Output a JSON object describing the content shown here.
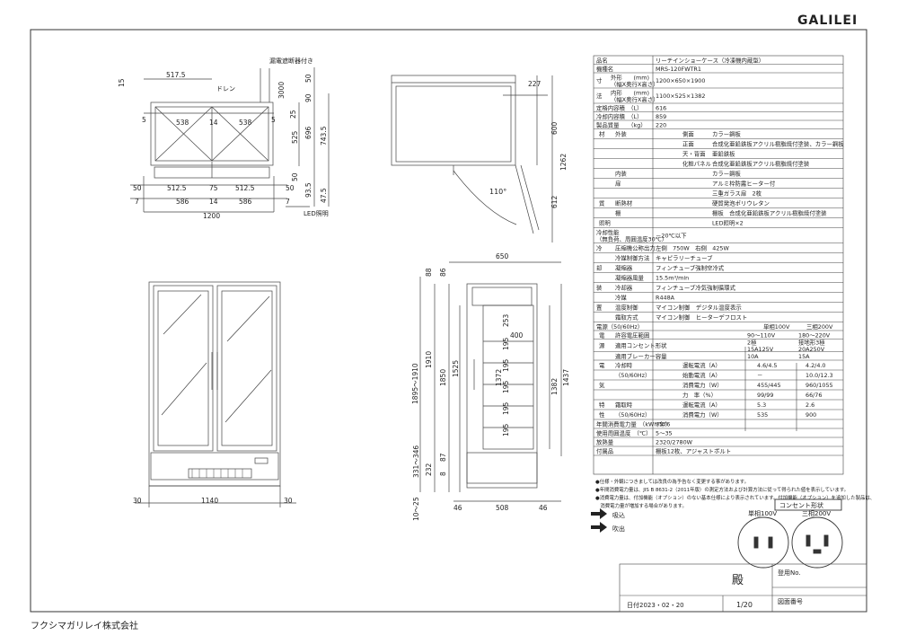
{
  "brand": "GALILEI",
  "company": "フクシマガリレイ株式会社",
  "drain_label": "ドレン",
  "leak_breaker_label": "漏電遮断器付き",
  "led_label": "LED照明",
  "angle_label": "110°",
  "dims": {
    "top_517": "517.5",
    "top_15": "15",
    "d5a": "5",
    "d538a": "538",
    "d14a": "14",
    "d538b": "538",
    "d5b": "5",
    "d50l": "50",
    "d512a": "512.5",
    "d75": "75",
    "d512b": "512.5",
    "d50r": "50",
    "d7l": "7",
    "d586a": "586",
    "d14b": "14",
    "d586b": "586",
    "d7r": "7",
    "d1200": "1200",
    "r3000": "3000",
    "r50a": "50",
    "r90": "90",
    "r25": "25",
    "r525": "525",
    "r696": "696",
    "r743": "743.5",
    "r50b": "50",
    "r93": "93.5",
    "r47": "47.5",
    "s227": "227",
    "s600": "600",
    "s1262": "1262",
    "s612": "612",
    "f30l": "30",
    "f1140": "1140",
    "f30r": "30",
    "side_650": "650",
    "side_46l": "46",
    "side_508": "508",
    "side_46r": "46",
    "v1895": "1895～1910",
    "v1910": "1910",
    "v1850": "1850",
    "v1525": "1525",
    "v1372": "1372",
    "v88": "88",
    "v86": "86",
    "v253": "253",
    "v400": "400",
    "v195": "195",
    "v1382": "1382",
    "v1437": "1437",
    "v331": "331～346",
    "v232": "232",
    "v8": "8",
    "v87": "87",
    "v1025": "10～25"
  },
  "spec_rows": [
    {
      "c1": "品名",
      "c2": "",
      "c3": "リーチインショーケース（冷凍機内蔵型）",
      "c4": ""
    },
    {
      "c1": "機種名",
      "c2": "",
      "c3": "MRS-120FWTR1",
      "c4": ""
    },
    {
      "c1": "寸",
      "c2": "外形　　(mm)\n（幅X奥行X高さ）",
      "c3": "1200×650×1900",
      "c4": ""
    },
    {
      "c1": "法",
      "c2": "内形　　(mm)\n（幅X奥行X高さ）",
      "c3": "1100×525×1382",
      "c4": ""
    },
    {
      "c1": "定格内容積　（L）",
      "c2": "",
      "c3": "616",
      "c4": ""
    },
    {
      "c1": "冷却内容積　（L）",
      "c2": "",
      "c3": "859",
      "c4": ""
    },
    {
      "c1": "製品質量　　（kg）",
      "c2": "",
      "c3": "220",
      "c4": ""
    }
  ],
  "materials": [
    {
      "g": "材",
      "part": "外装",
      "sub": "側面",
      "val": "カラー鋼板"
    },
    {
      "g": "",
      "part": "",
      "sub": "正面",
      "val": "合成化亜鉛鉄板アクリル樹脂焼付塗装、カラー鋼板"
    },
    {
      "g": "",
      "part": "",
      "sub": "天・背面",
      "val": "亜鉛鉄板"
    },
    {
      "g": "",
      "part": "",
      "sub": "化粧パネル",
      "val": "合成化亜鉛鉄板アクリル樹脂焼付塗装"
    },
    {
      "g": "",
      "part": "内装",
      "sub": "",
      "val": "カラー鋼板"
    },
    {
      "g": "",
      "part": "扉",
      "sub": "",
      "val": "アルミ枠防露ヒーター付"
    },
    {
      "g": "",
      "part": "",
      "sub": "",
      "val": "三重ガラス扉　2枚"
    },
    {
      "g": "質",
      "part": "断熱材",
      "sub": "",
      "val": "硬質発泡ポリウレタン"
    },
    {
      "g": "",
      "part": "棚",
      "sub": "",
      "val": "棚板　合成化亜鉛鉄板アクリル樹脂焼付塗装"
    },
    {
      "g": "照明",
      "part": "",
      "sub": "",
      "val": "LED照明×2"
    }
  ],
  "cooling": [
    {
      "g": "冷却性能\n（無負荷、周囲温度30℃）",
      "part": "",
      "val": "－20℃以下"
    },
    {
      "g": "冷",
      "part": "圧縮機公称出力",
      "val": "左側　750W　右側　425W"
    },
    {
      "g": "",
      "part": "冷媒制御方法",
      "val": "キャピラリーチューブ"
    },
    {
      "g": "却",
      "part": "凝縮器",
      "val": "フィンチューブ強制空冷式"
    },
    {
      "g": "",
      "part": "凝縮器風量",
      "val": "15.5m³/min"
    },
    {
      "g": "装",
      "part": "冷却器",
      "val": "フィンチューブ冷気強制循環式"
    },
    {
      "g": "",
      "part": "冷媒",
      "val": "R448A"
    },
    {
      "g": "置",
      "part": "温度制御",
      "val": "マイコン制御　デジタル温度表示"
    },
    {
      "g": "",
      "part": "霜取方式",
      "val": "マイコン制御　ヒーターデフロスト"
    }
  ],
  "elec_head": {
    "left": "電源（50/60Hz）",
    "a": "単相100V",
    "b": "三相200V"
  },
  "elec_rows": [
    {
      "g": "電",
      "label": "許容電圧範囲",
      "a": "90～110V",
      "b": "180～220V"
    },
    {
      "g": "源",
      "label": "適用コンセント形状",
      "a": "2極\n15A125V",
      "b": "接地形3極\n20A250V"
    },
    {
      "g": "",
      "label": "適用ブレーカー容量",
      "a": "10A",
      "b": "15A"
    }
  ],
  "elec_char": [
    {
      "g": "電",
      "mode": "冷却時",
      "label": "運転電流（A）",
      "a": "4.6/4.5",
      "b": "4.2/4.0"
    },
    {
      "g": "",
      "mode": "（50/60Hz）",
      "label": "始動電流（A）",
      "a": "－",
      "b": "10.0/12.3"
    },
    {
      "g": "気",
      "mode": "",
      "label": "消費電力（W）",
      "a": "455/445",
      "b": "960/1055"
    },
    {
      "g": "",
      "mode": "",
      "label": "力　率（%）",
      "a": "99/99",
      "b": "66/76"
    },
    {
      "g": "特",
      "mode": "霜取時",
      "label": "運転電流（A）",
      "a": "5.3",
      "b": "2.6"
    },
    {
      "g": "性",
      "mode": "（50/60Hz）",
      "label": "消費電力（W）",
      "a": "535",
      "b": "900"
    }
  ],
  "tail_rows": [
    {
      "label": "年間消費電力量　（kWh/年）",
      "val": "7576"
    },
    {
      "label": "使用周囲温度　（℃）",
      "val": "5～35"
    },
    {
      "label": "放熱量",
      "val": "2320/2780W"
    },
    {
      "label": "付属品",
      "val": "棚板12枚、アジャストボルト"
    }
  ],
  "notes": [
    "●仕様・外観につきましては改良の為予告なく変更する事があります。",
    "●年間消費電力量は、JIS B 8631-2（2011年版）の測定方法および計算方法に従って得られた値を表示しています。",
    "●消費電力量は、付加機能（オプション）のない基本仕様により表示されています。付加機能（オプション）を追加した製品は、",
    "　消費電力量が増加する場合があります。"
  ],
  "legend": {
    "suction": "吸込",
    "exhaust": "吹出"
  },
  "outlet": {
    "title": "コンセント形状",
    "a": "単相100V",
    "b": "三相200V"
  },
  "title_block": {
    "customer_suffix": "殿",
    "reg_no": "登用No.",
    "date": "日付2023・02・20",
    "scale": "1/20",
    "drawing_no": "図面番号"
  }
}
